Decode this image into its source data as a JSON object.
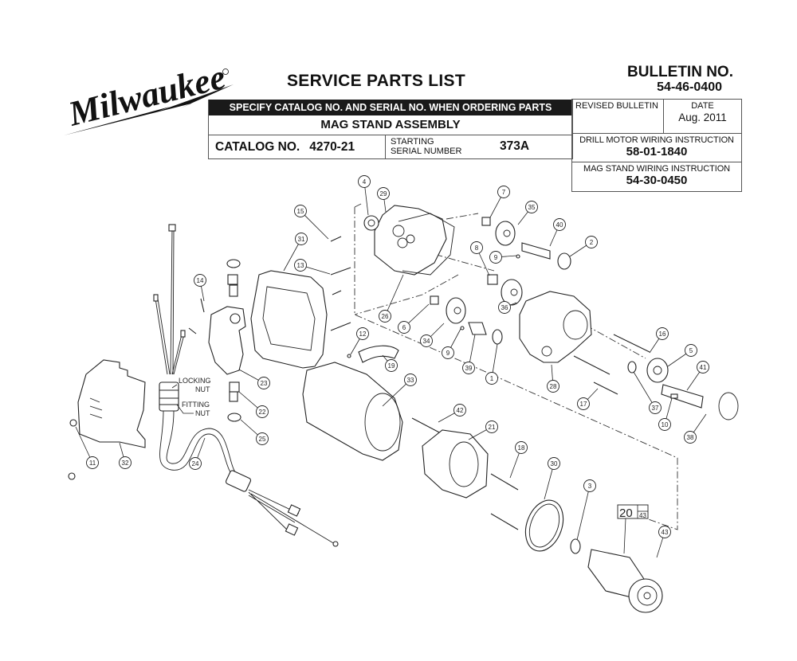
{
  "header": {
    "brand": "Milwaukee",
    "title": "SERVICE PARTS LIST",
    "bulletin_label": "BULLETIN NO.",
    "bulletin_number": "54-46-0400",
    "specify_notice": "SPECIFY CATALOG NO. AND SERIAL NO. WHEN ORDERING PARTS",
    "assembly_name": "MAG STAND ASSEMBLY",
    "catalog_label": "CATALOG NO.",
    "catalog_number": "4270-21",
    "serial_label_line1": "STARTING",
    "serial_label_line2": "SERIAL NUMBER",
    "serial_number": "373A",
    "revised_bulletin_label": "REVISED BULLETIN",
    "revised_bulletin_value": "",
    "date_label": "DATE",
    "date_value": "Aug. 2011",
    "drill_wiring_label": "DRILL MOTOR WIRING INSTRUCTION",
    "drill_wiring_number": "58-01-1840",
    "mag_wiring_label": "MAG STAND WIRING INSTRUCTION",
    "mag_wiring_number": "54-30-0450"
  },
  "diagram": {
    "notes": {
      "locking_nut_line1": "LOCKING",
      "locking_nut_line2": "NUT",
      "fitting_nut_line1": "FITTING",
      "fitting_nut_line2": "NUT"
    },
    "kit_callout": {
      "main": "20",
      "sub": "43"
    },
    "callouts": [
      "1",
      "2",
      "3",
      "4",
      "5",
      "6",
      "7",
      "8",
      "9",
      "9",
      "10",
      "11",
      "12",
      "13",
      "14",
      "15",
      "16",
      "17",
      "18",
      "19",
      "21",
      "22",
      "23",
      "24",
      "25",
      "26",
      "28",
      "29",
      "30",
      "31",
      "32",
      "33",
      "34",
      "35",
      "36",
      "37",
      "38",
      "39",
      "40",
      "41",
      "42",
      "43"
    ]
  }
}
